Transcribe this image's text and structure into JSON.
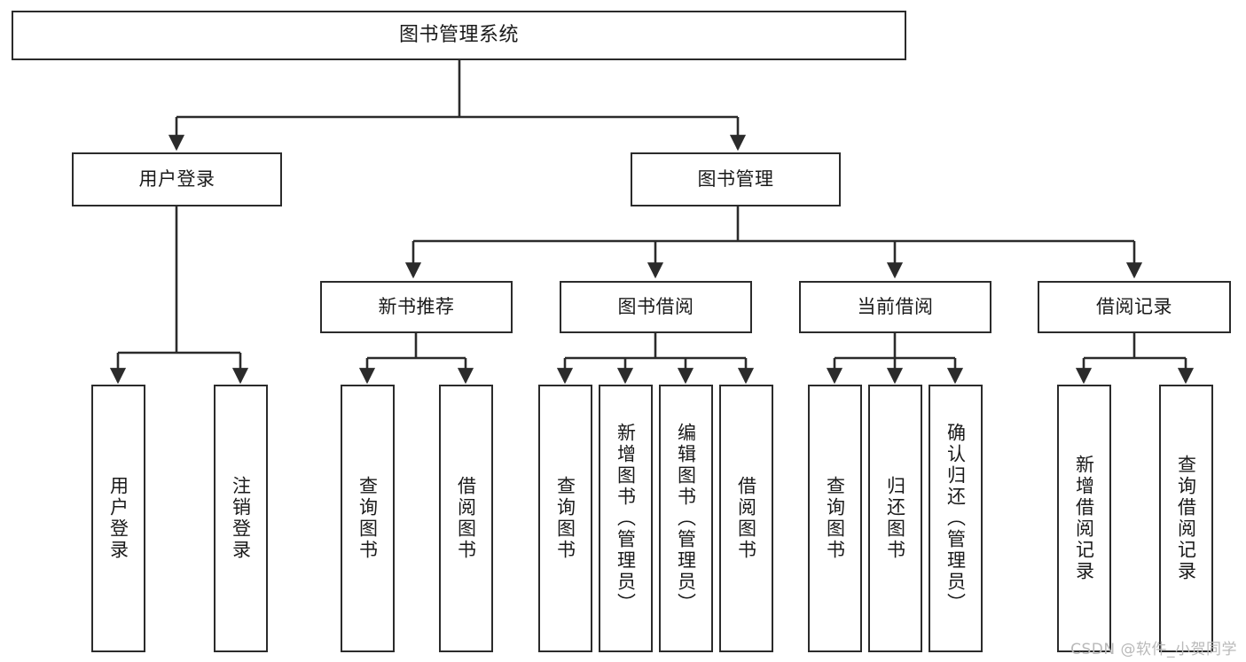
{
  "diagram": {
    "title": "图书管理系统",
    "type": "tree",
    "watermark": "CSDN @软件_小贺同学",
    "colors": {
      "stroke": "#2b2b2b",
      "fill": "#ffffff",
      "text": "#1a1a1a",
      "watermark": "#b9b9b9"
    },
    "nodes": {
      "root": {
        "label": "图书管理系统"
      },
      "level2": [
        {
          "id": "user-login",
          "label": "用户登录"
        },
        {
          "id": "book-manage",
          "label": "图书管理"
        }
      ],
      "level3": [
        {
          "id": "new-book-recommend",
          "label": "新书推荐"
        },
        {
          "id": "book-borrow",
          "label": "图书借阅"
        },
        {
          "id": "current-borrow",
          "label": "当前借阅"
        },
        {
          "id": "borrow-record",
          "label": "借阅记录"
        }
      ],
      "leaves": [
        {
          "id": "leaf-user-login",
          "label": "用户登录",
          "parent": "user-login"
        },
        {
          "id": "leaf-logout-login",
          "label": "注销登录",
          "parent": "user-login"
        },
        {
          "id": "leaf-query-book-1",
          "label": "查询图书",
          "parent": "new-book-recommend"
        },
        {
          "id": "leaf-borrow-book-1",
          "label": "借阅图书",
          "parent": "new-book-recommend"
        },
        {
          "id": "leaf-query-book-2",
          "label": "查询图书",
          "parent": "book-borrow"
        },
        {
          "id": "leaf-add-book",
          "label": "新增图书（管理员）",
          "parent": "book-borrow"
        },
        {
          "id": "leaf-edit-book",
          "label": "编辑图书（管理员）",
          "parent": "book-borrow"
        },
        {
          "id": "leaf-borrow-book-2",
          "label": "借阅图书",
          "parent": "book-borrow"
        },
        {
          "id": "leaf-query-book-3",
          "label": "查询图书",
          "parent": "current-borrow"
        },
        {
          "id": "leaf-return-book",
          "label": "归还图书",
          "parent": "current-borrow"
        },
        {
          "id": "leaf-confirm-return",
          "label": "确认归还（管理员）",
          "parent": "current-borrow"
        },
        {
          "id": "leaf-add-record",
          "label": "新增借阅记录",
          "parent": "borrow-record"
        },
        {
          "id": "leaf-query-record",
          "label": "查询借阅记录",
          "parent": "borrow-record"
        }
      ]
    }
  }
}
